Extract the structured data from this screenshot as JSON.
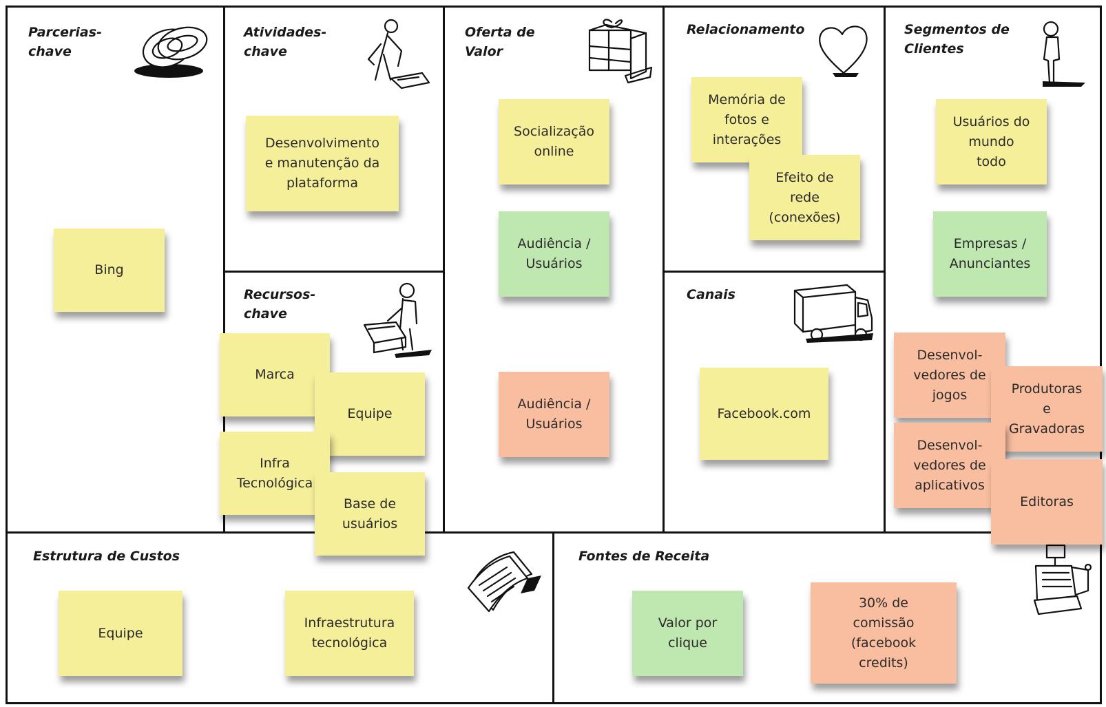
{
  "blocks": {
    "key_partners": {
      "title": "Parcerias-\nchave",
      "icon": "chain-links-icon",
      "notes": [
        "Bing"
      ]
    },
    "key_activities": {
      "title": "Atividades-\nchave",
      "icon": "person-working-icon",
      "notes": [
        "Desenvolvimento\ne manutenção da\nplataforma"
      ]
    },
    "key_resources": {
      "title": "Recursos-\nchave",
      "icon": "person-with-cart-icon",
      "notes": [
        "Marca",
        "Equipe",
        "Infra\nTecnológica",
        "Base de\nusuários"
      ]
    },
    "value_proposition": {
      "title": "Oferta de\nValor",
      "icon": "gift-box-icon",
      "notes": [
        "Socialização\nonline",
        "Audiência /\nUsuários",
        "Audiência /\nUsuários"
      ]
    },
    "customer_relationships": {
      "title": "Relacionamento",
      "icon": "heart-icon",
      "notes": [
        "Memória de\nfotos e\ninterações",
        "Efeito de\nrede\n(conexões)"
      ]
    },
    "channels": {
      "title": "Canais",
      "icon": "truck-icon",
      "notes": [
        "Facebook.com"
      ]
    },
    "customer_segments": {
      "title": "Segmentos de\nClientes",
      "icon": "standing-person-icon",
      "notes": [
        "Usuários do\nmundo\ntodo",
        "Empresas /\nAnunciantes",
        "Desenvol-\nvedores de\njogos",
        "Produtoras\ne\nGravadoras",
        "Desenvol-\nvedores de\naplicativos",
        "Editoras"
      ]
    },
    "cost_structure": {
      "title": "Estrutura de Custos",
      "icon": "receipt-papers-icon",
      "notes": [
        "Equipe",
        "Infraestrutura\ntecnológica"
      ]
    },
    "revenue_streams": {
      "title": "Fontes de Receita",
      "icon": "cash-register-icon",
      "notes": [
        "Valor por\nclique",
        "30% de\ncomissão\n(facebook\ncredits)"
      ]
    }
  },
  "colors": {
    "yellow_note": "#f5ef9a",
    "green_note": "#bfe8b1",
    "orange_note": "#f9bea0",
    "border": "#111111"
  }
}
